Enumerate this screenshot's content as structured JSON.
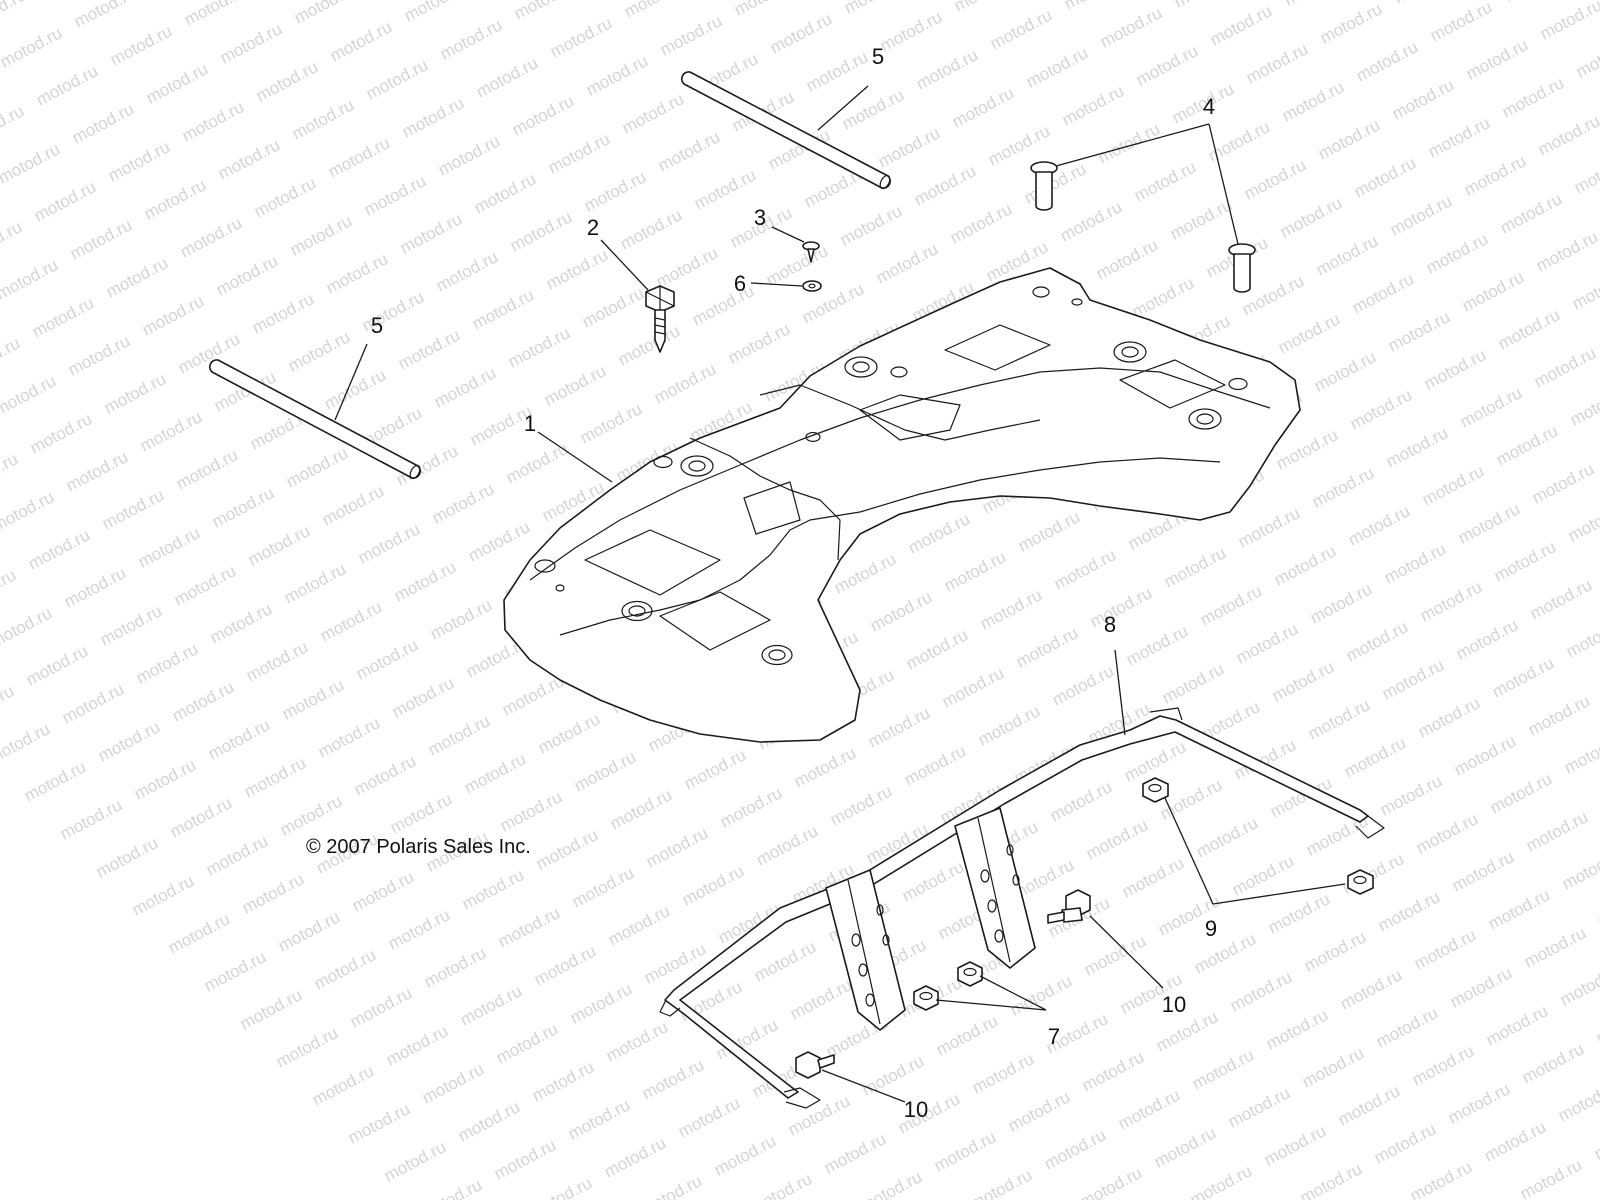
{
  "watermark": "motod.ru",
  "copyright": "© 2007 Polaris Sales Inc.",
  "callouts": [
    "1",
    "2",
    "3",
    "4",
    "5",
    "5",
    "6",
    "7",
    "8",
    "9",
    "10",
    "10"
  ]
}
